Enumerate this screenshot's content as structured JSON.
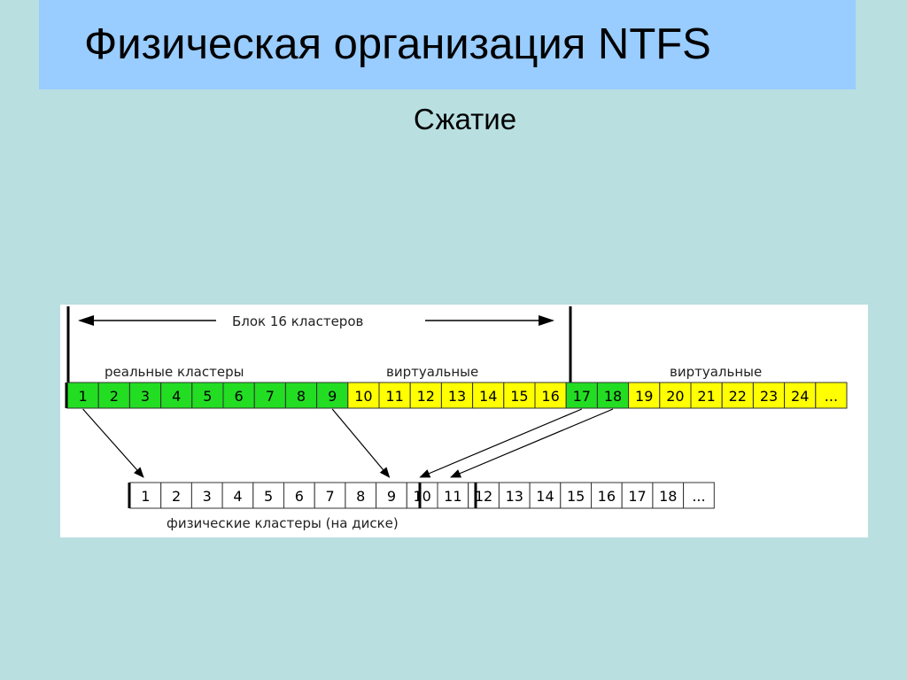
{
  "slide": {
    "title": "Физическая организация NTFS",
    "subtitle": "Сжатие"
  },
  "diagram": {
    "block_label": "Блок 16 кластеров",
    "real_label": "реальные кластеры",
    "virtual_label_1": "виртуальные",
    "virtual_label_2": "виртуальные",
    "physical_label": "физические кластеры (на диске)",
    "colors": {
      "panel_bg": "#ffffff",
      "real_cluster": "#22dd22",
      "virtual_cluster": "#ffff00",
      "physical_cluster": "#ffffff"
    },
    "logical_clusters": [
      {
        "label": "1",
        "kind": "real"
      },
      {
        "label": "2",
        "kind": "real"
      },
      {
        "label": "3",
        "kind": "real"
      },
      {
        "label": "4",
        "kind": "real"
      },
      {
        "label": "5",
        "kind": "real"
      },
      {
        "label": "6",
        "kind": "real"
      },
      {
        "label": "7",
        "kind": "real"
      },
      {
        "label": "8",
        "kind": "real"
      },
      {
        "label": "9",
        "kind": "real"
      },
      {
        "label": "10",
        "kind": "virtual"
      },
      {
        "label": "11",
        "kind": "virtual"
      },
      {
        "label": "12",
        "kind": "virtual"
      },
      {
        "label": "13",
        "kind": "virtual"
      },
      {
        "label": "14",
        "kind": "virtual"
      },
      {
        "label": "15",
        "kind": "virtual"
      },
      {
        "label": "16",
        "kind": "virtual"
      },
      {
        "label": "17",
        "kind": "real"
      },
      {
        "label": "18",
        "kind": "real"
      },
      {
        "label": "19",
        "kind": "virtual"
      },
      {
        "label": "20",
        "kind": "virtual"
      },
      {
        "label": "21",
        "kind": "virtual"
      },
      {
        "label": "22",
        "kind": "virtual"
      },
      {
        "label": "23",
        "kind": "virtual"
      },
      {
        "label": "24",
        "kind": "virtual"
      },
      {
        "label": "...",
        "kind": "virtual"
      }
    ],
    "physical_clusters": [
      "1",
      "2",
      "3",
      "4",
      "5",
      "6",
      "7",
      "8",
      "9",
      "10",
      "11",
      "12",
      "13",
      "14",
      "15",
      "16",
      "17",
      "18",
      "..."
    ],
    "mappings": [
      {
        "from": "1",
        "to": "1"
      },
      {
        "from": "9",
        "to": "9"
      },
      {
        "from": "17",
        "to": "10"
      },
      {
        "from": "18",
        "to": "11"
      }
    ]
  }
}
